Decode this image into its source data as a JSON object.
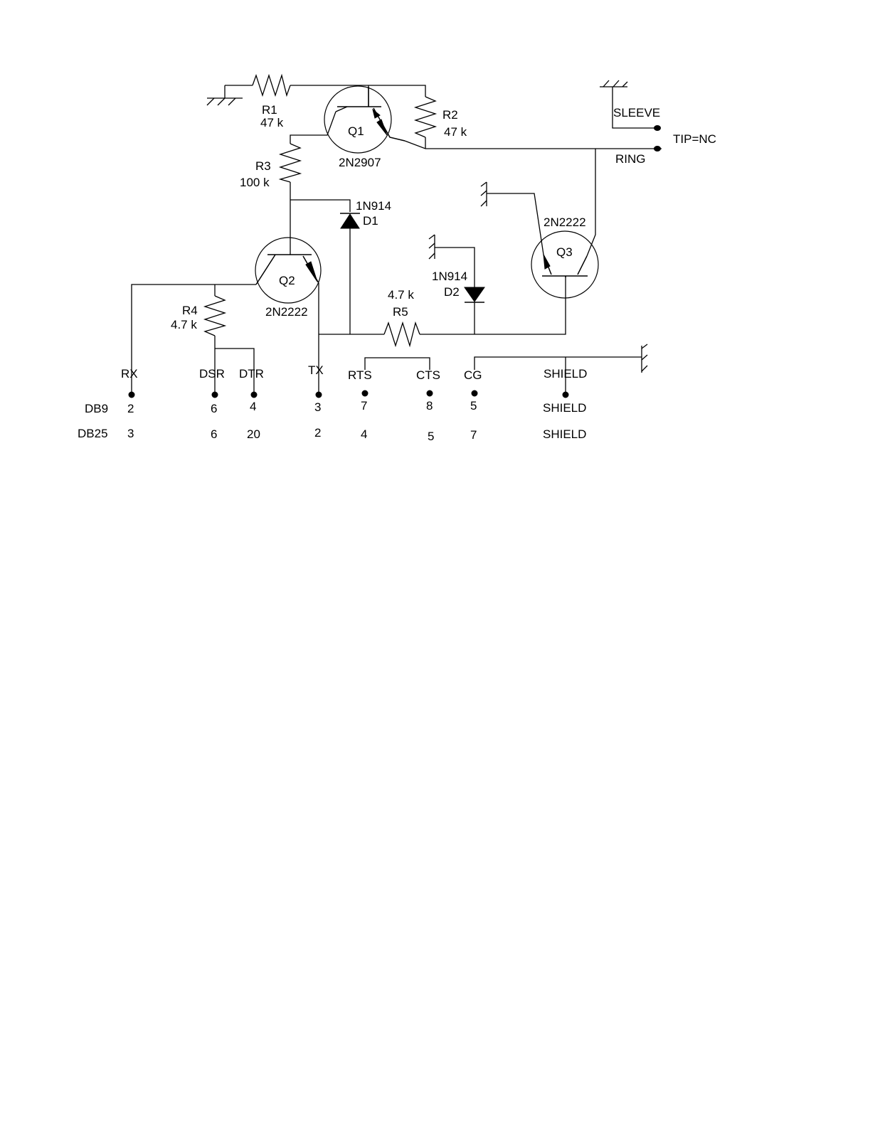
{
  "components": {
    "r1": {
      "ref": "R1",
      "value": "47 k"
    },
    "r2": {
      "ref": "R2",
      "value": "47 k"
    },
    "r3": {
      "ref": "R3",
      "value": "100 k"
    },
    "r4": {
      "ref": "R4",
      "value": "4.7 k"
    },
    "r5": {
      "ref": "R5",
      "value": "4.7 k"
    },
    "q1": {
      "ref": "Q1",
      "part": "2N2907"
    },
    "q2": {
      "ref": "Q2",
      "part": "2N2222"
    },
    "q3": {
      "ref": "Q3",
      "part": "2N2222"
    },
    "d1": {
      "ref": "D1",
      "part": "1N914"
    },
    "d2": {
      "ref": "D2",
      "part": "1N914"
    }
  },
  "jack": {
    "sleeve": "SLEEVE",
    "tip": "TIP=NC",
    "ring": "RING"
  },
  "pins": {
    "rx": "RX",
    "dsr": "DSR",
    "dtr": "DTR",
    "tx": "TX",
    "rts": "RTS",
    "cts": "CTS",
    "cg": "CG",
    "shield": "SHIELD"
  },
  "connectors": {
    "db9": {
      "label": "DB9",
      "rx": "2",
      "dsr": "6",
      "dtr": "4",
      "tx": "3",
      "rts": "7",
      "cts": "8",
      "cg": "5",
      "shield": "SHIELD"
    },
    "db25": {
      "label": "DB25",
      "rx": "3",
      "dsr": "6",
      "dtr": "20",
      "tx": "2",
      "rts": "4",
      "cts": "5",
      "cg": "7",
      "shield": "SHIELD"
    }
  }
}
